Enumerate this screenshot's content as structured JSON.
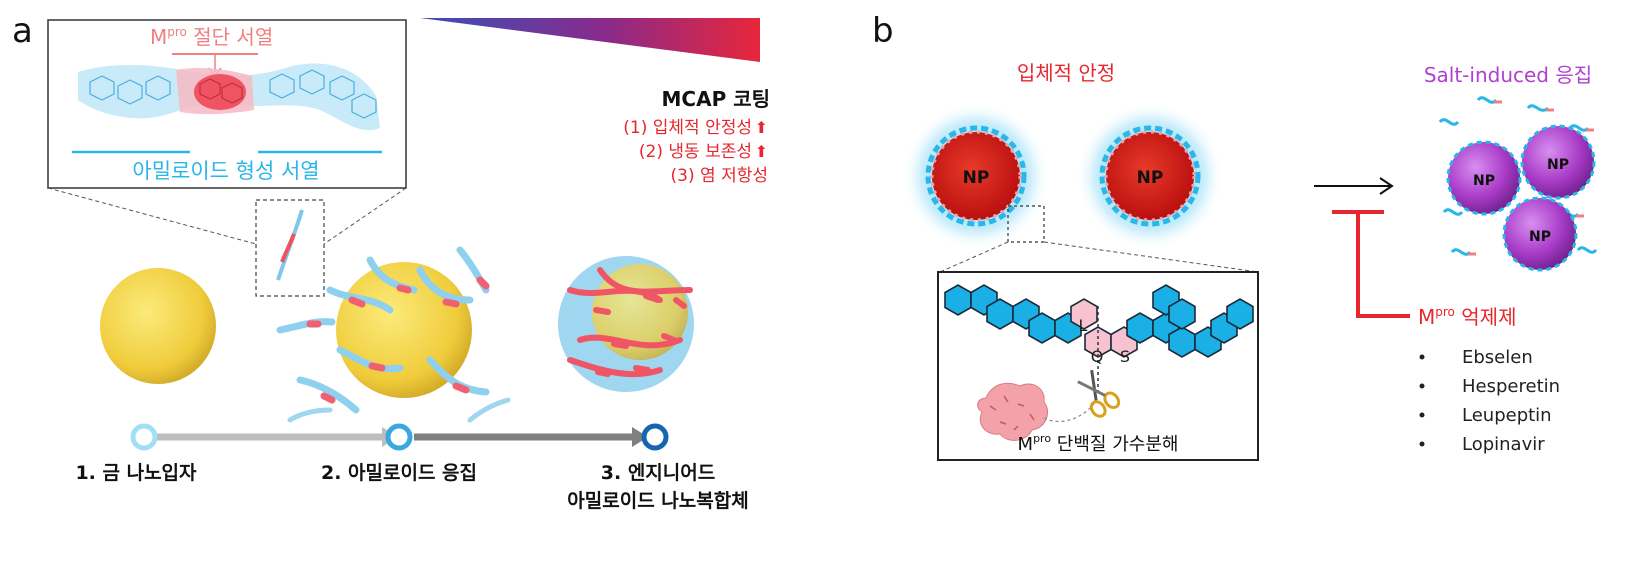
{
  "panel_a": {
    "label": "a",
    "inset": {
      "cleavage_title_base": "M",
      "cleavage_title_sup": "pro",
      "cleavage_title_rest": " 절단 서열",
      "amyloid_label": "아밀로이드 형성 서열"
    },
    "coating": {
      "title": "MCAP 코팅",
      "items": [
        "(1) 입체적 안정성",
        "(2) 냉동 보존성",
        "(3) 염 저항성"
      ],
      "arrow_glyph": "⬆"
    },
    "steps": [
      {
        "label_lines": [
          "1. 금 나노입자"
        ]
      },
      {
        "label_lines": [
          "2. 아밀로이드 응집"
        ]
      },
      {
        "label_lines": [
          "3. 엔지니어드",
          "아밀로이드 나노복합체"
        ]
      }
    ]
  },
  "panel_b": {
    "label": "b",
    "steric_label": "입체적 안정",
    "salt_label": "Salt-induced 응집",
    "np_label": "NP",
    "residues": [
      "L",
      "Q",
      "S"
    ],
    "proteolysis_base": "M",
    "proteolysis_sup": "pro",
    "proteolysis_rest": " 단백질 가수분해",
    "inhibitor_base": "M",
    "inhibitor_sup": "pro",
    "inhibitor_rest": " 억제제",
    "inhibitors": [
      "Ebselen",
      "Hesperetin",
      "Leupeptin",
      "Lopinavir"
    ]
  },
  "colors": {
    "red": "#e8262e",
    "pink": "#f08080",
    "cyan": "#29b6e8",
    "purple": "#b040d0",
    "gold": "#f3d34a",
    "np_red": "#d11a1a"
  }
}
